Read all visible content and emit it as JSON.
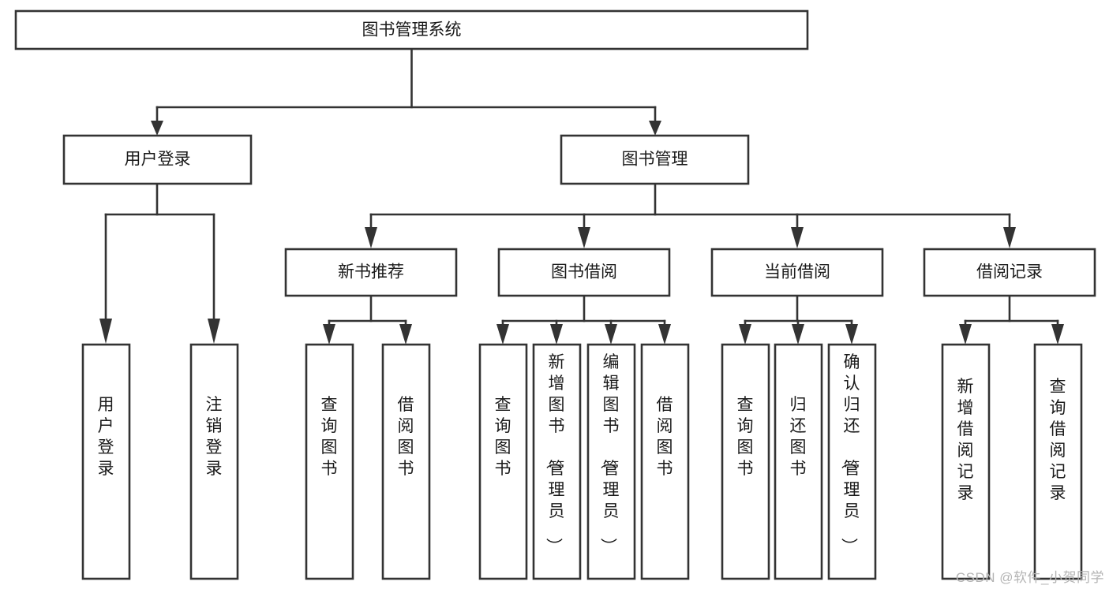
{
  "diagram": {
    "title": "图书管理系统",
    "type": "hierarchy-tree",
    "watermark": "CSDN @软件_小贺同学",
    "root": {
      "id": "root",
      "label": "图书管理系统"
    },
    "level2": [
      {
        "id": "user-login",
        "label": "用户登录"
      },
      {
        "id": "book-management",
        "label": "图书管理"
      }
    ],
    "level3": [
      {
        "id": "new-book-recommend",
        "label": "新书推荐",
        "parent": "book-management"
      },
      {
        "id": "book-borrow",
        "label": "图书借阅",
        "parent": "book-management"
      },
      {
        "id": "current-borrow",
        "label": "当前借阅",
        "parent": "book-management"
      },
      {
        "id": "borrow-record",
        "label": "借阅记录",
        "parent": "book-management"
      }
    ],
    "leaves": {
      "user-login": [
        {
          "id": "leaf-user-login",
          "label": "用户登录"
        },
        {
          "id": "leaf-user-logout",
          "label": "注销登录"
        }
      ],
      "new-book-recommend": [
        {
          "id": "leaf-query-book-1",
          "label": "查询图书"
        },
        {
          "id": "leaf-borrow-book-1",
          "label": "借阅图书"
        }
      ],
      "book-borrow": [
        {
          "id": "leaf-query-book-2",
          "label": "查询图书"
        },
        {
          "id": "leaf-add-book",
          "label": "新增图书（管理员）"
        },
        {
          "id": "leaf-edit-book",
          "label": "编辑图书（管理员）"
        },
        {
          "id": "leaf-borrow-book-2",
          "label": "借阅图书"
        }
      ],
      "current-borrow": [
        {
          "id": "leaf-query-book-3",
          "label": "查询图书"
        },
        {
          "id": "leaf-return-book",
          "label": "归还图书"
        },
        {
          "id": "leaf-confirm-return",
          "label": "确认归还（管理员）"
        }
      ],
      "borrow-record": [
        {
          "id": "leaf-add-record",
          "label": "新增借阅记录"
        },
        {
          "id": "leaf-query-record",
          "label": "查询借阅记录"
        }
      ]
    },
    "colors": {
      "box_stroke": "#333333",
      "box_fill": "#ffffff",
      "text": "#1a1a1a",
      "connector": "#333333",
      "watermark": "#b4b4b4",
      "background": "#ffffff"
    }
  }
}
